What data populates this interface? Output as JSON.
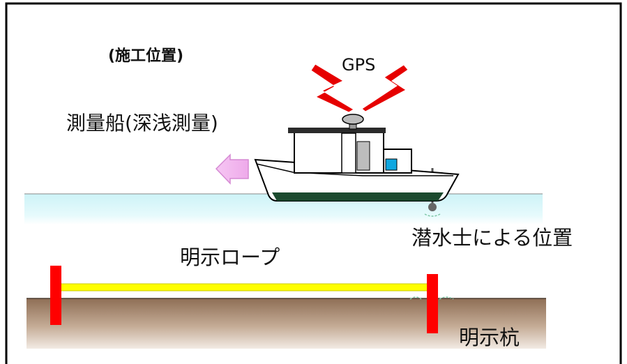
{
  "diagram": {
    "title": "(施工位置)",
    "gps_label": "GPS",
    "boat_label": "測量船(深浅測量)",
    "diver_label": "潜水士による位置",
    "rope_label": "明示ロープ",
    "stake_label": "明示杭"
  },
  "colors": {
    "frame": "#000000",
    "water": "#d8f6f9",
    "seabed": "#a0826a",
    "rope": "#ffff00",
    "stake": "#ff0000",
    "lightning": "#e60000",
    "arrow": "#f2b6ee",
    "hull_stripe": "#1b4a2e",
    "window": "#10a7e0",
    "gps_antenna": "#b6b6b6"
  },
  "icons": {
    "lightning": "lightning-bolt-icon",
    "arrow": "left-arrow-icon",
    "boat": "survey-boat-icon"
  }
}
